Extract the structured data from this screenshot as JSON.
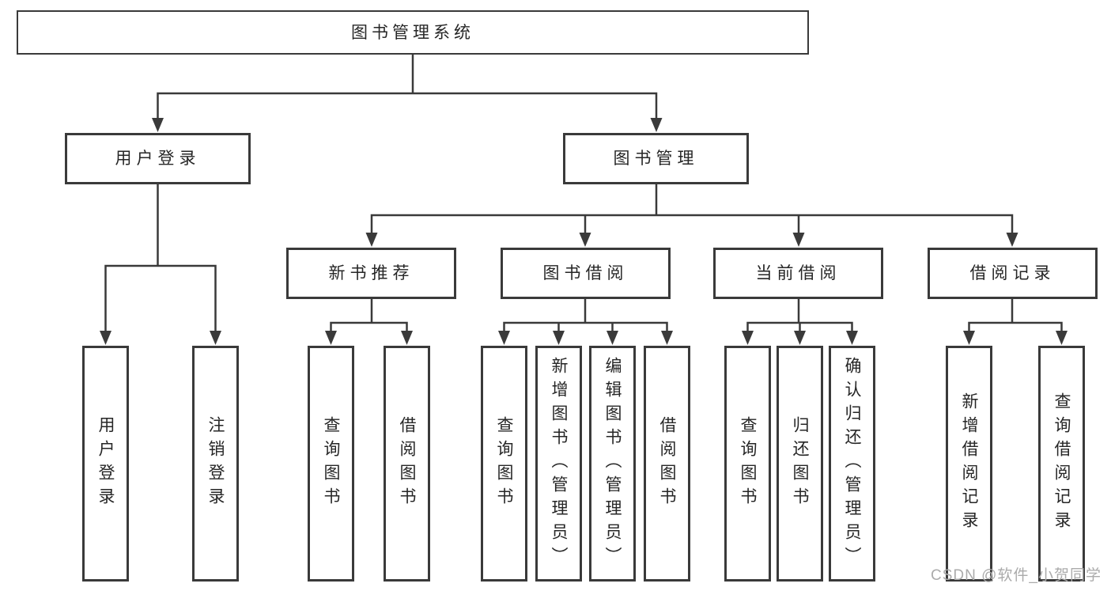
{
  "tree": {
    "root": {
      "label": "图书管理系统",
      "children": [
        {
          "label": "用户登录",
          "children": [
            {
              "label": "用户登录"
            },
            {
              "label": "注销登录"
            }
          ]
        },
        {
          "label": "图书管理",
          "children": [
            {
              "label": "新书推荐",
              "children": [
                {
                  "label": "查询图书"
                },
                {
                  "label": "借阅图书"
                }
              ]
            },
            {
              "label": "图书借阅",
              "children": [
                {
                  "label": "查询图书"
                },
                {
                  "label": "新增图书（管理员）"
                },
                {
                  "label": "编辑图书（管理员）"
                },
                {
                  "label": "借阅图书"
                }
              ]
            },
            {
              "label": "当前借阅",
              "children": [
                {
                  "label": "查询图书"
                },
                {
                  "label": "归还图书"
                },
                {
                  "label": "确认归还（管理员）"
                }
              ]
            },
            {
              "label": "借阅记录",
              "children": [
                {
                  "label": "新增借阅记录"
                },
                {
                  "label": "查询借阅记录"
                }
              ]
            }
          ]
        }
      ]
    }
  },
  "watermark": {
    "text": "CSDN @软件_小贺同学"
  },
  "colors": {
    "line": "#3a3a3a",
    "text": "#262626",
    "background": "#ffffff",
    "watermark": "#ababab"
  }
}
